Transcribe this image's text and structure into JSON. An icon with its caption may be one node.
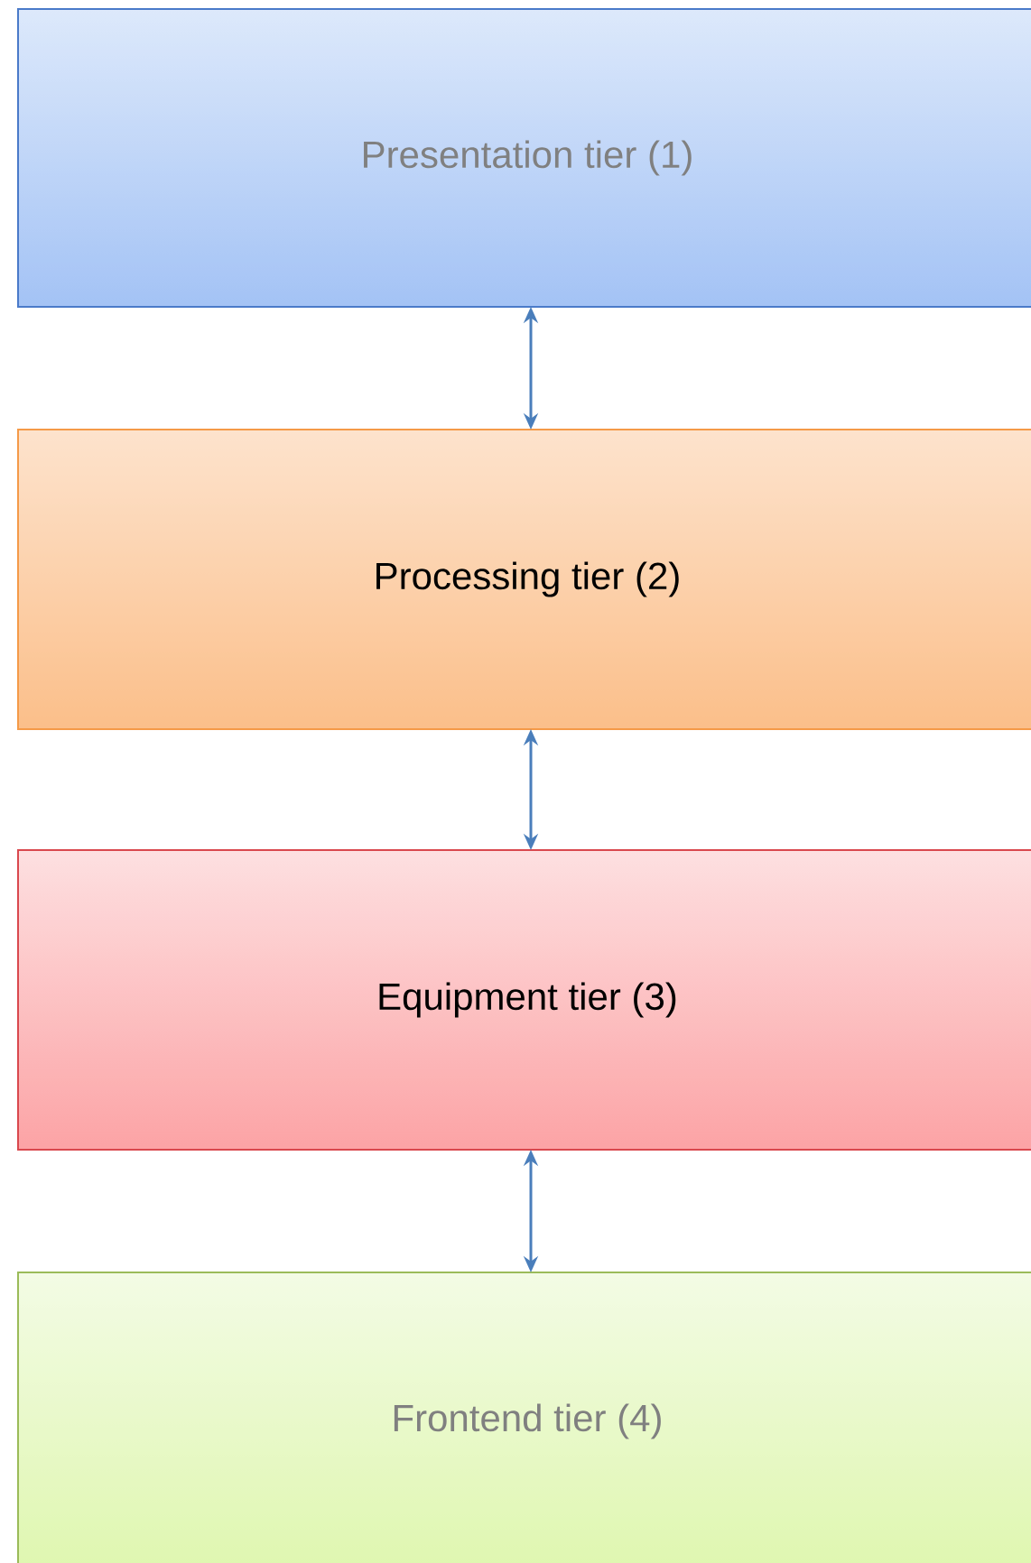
{
  "diagram": {
    "nodes": [
      {
        "text": [
          "Presentation tier (1)"
        ]
      },
      {
        "text": [
          "Processing tier (2)"
        ]
      },
      {
        "text": [
          "Equipment tier (3)"
        ]
      },
      {
        "text": [
          "Frontend tier (4)"
        ]
      }
    ],
    "edges": [
      {
        "from": 0,
        "to": 1,
        "arrow": "both"
      },
      {
        "from": 1,
        "to": 2,
        "arrow": "both"
      },
      {
        "from": 2,
        "to": 3,
        "arrow": "both"
      }
    ]
  }
}
